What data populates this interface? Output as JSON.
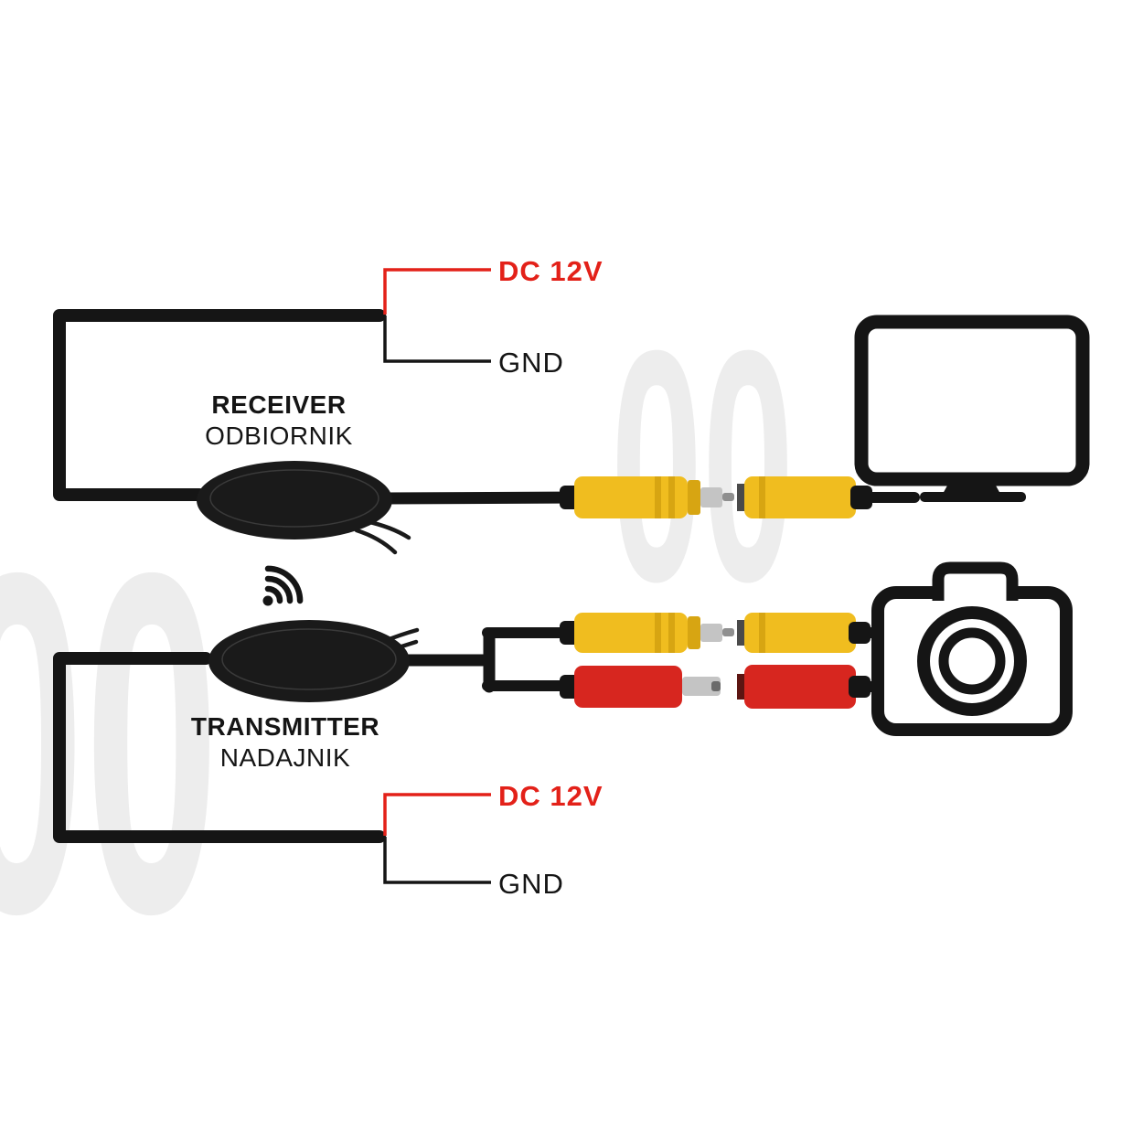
{
  "background": "#ffffff",
  "colors": {
    "black": "#151515",
    "red": "#e32119",
    "red-connector": "#d7261f",
    "yellow": "#f0bd1f",
    "yellow-dark": "#d7a512",
    "metal": "#c4c4c4",
    "metal-dark": "#8f8f8f",
    "watermark": "#ededed"
  },
  "receiver": {
    "title": "RECEIVER",
    "subtitle": "ODBIORNIK",
    "power_label": "DC 12V",
    "ground_label": "GND"
  },
  "transmitter": {
    "title": "TRANSMITTER",
    "subtitle": "NADAJNIK",
    "power_label": "DC 12V",
    "ground_label": "GND"
  },
  "icons": {
    "wifi": "wifi-icon",
    "monitor": "monitor-icon",
    "camera": "camera-icon"
  },
  "watermark": {
    "top_text": "00",
    "bottom_text": "00"
  }
}
